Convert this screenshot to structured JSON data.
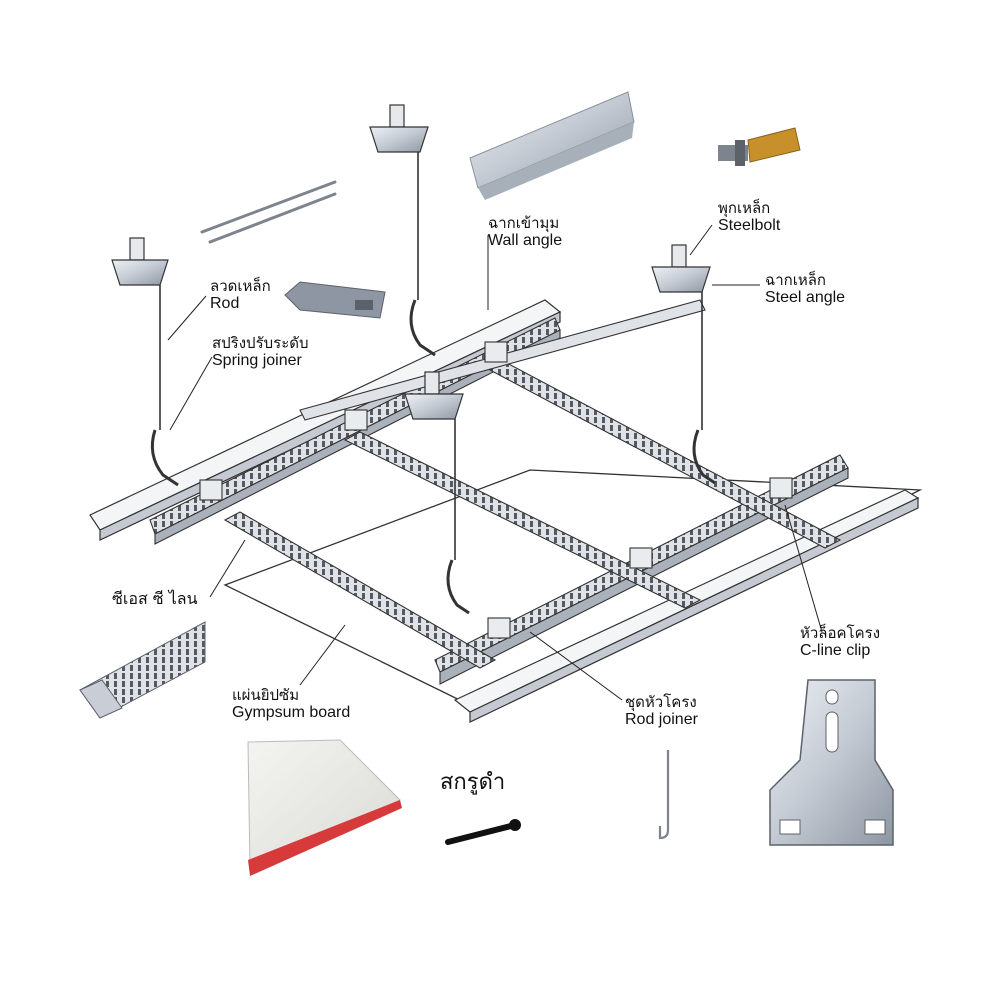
{
  "labels": {
    "wall_angle": {
      "th": "ฉากเข้ามุม",
      "en": "Wall angle"
    },
    "steelbolt": {
      "th": "พุกเหล็ก",
      "en": "Steelbolt"
    },
    "steel_angle": {
      "th": "ฉากเหล็ก",
      "en": "Steel angle"
    },
    "rod": {
      "th": "ลวดเหล็ก",
      "en": "Rod"
    },
    "spring_joiner": {
      "th": "สปริงปรับระดับ",
      "en": "Spring joiner"
    },
    "c_line": {
      "th": "ซีเอส ซี ไลน"
    },
    "gypsum_board": {
      "th": "แผ่นยิปซัม",
      "en": "Gympsum board"
    },
    "screw": {
      "th": "สกรูดำ"
    },
    "rod_joiner": {
      "th": "ชุดหัวโครง",
      "en": "Rod joiner"
    },
    "c_line_clip": {
      "th": "หัวล็อคโครง",
      "en": "C-line clip"
    }
  },
  "colors": {
    "steel": "#c9ced6",
    "steel_dark": "#8a929c",
    "line": "#2b2b2b",
    "board_red": "#d63a3a",
    "bolt_gold": "#c8902a"
  }
}
